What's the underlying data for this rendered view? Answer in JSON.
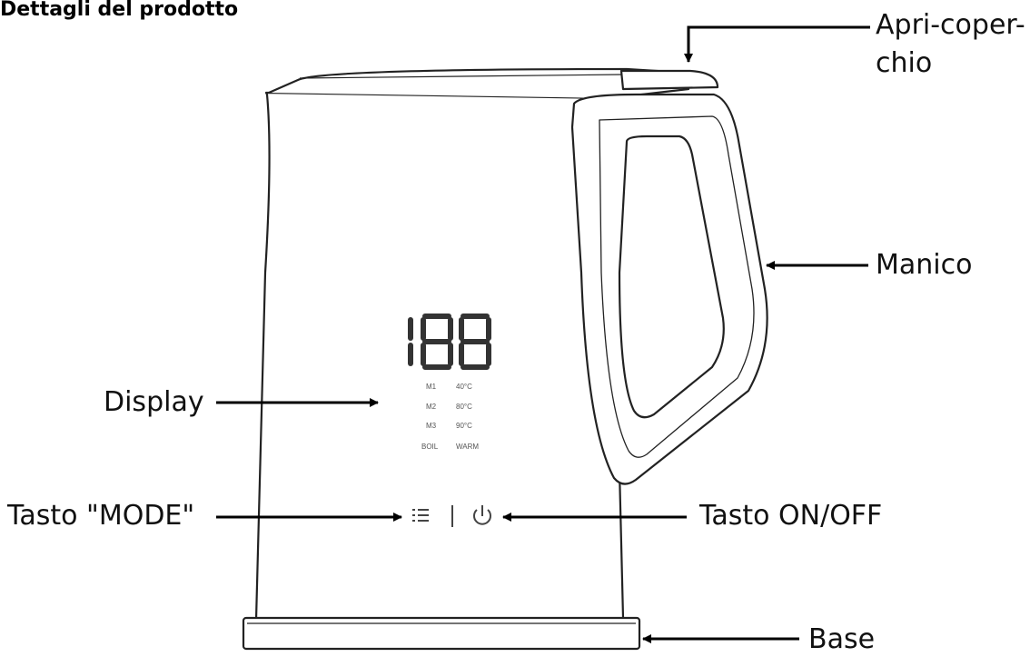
{
  "title": "Dettagli del prodotto",
  "labels": {
    "lid_opener": "Apri-coper-\nchio",
    "lid_opener_line1": "Apri-coper-",
    "lid_opener_line2": "chio",
    "handle": "Manico",
    "display": "Display",
    "mode_button": "Tasto \"MODE\"",
    "power_button": "Tasto ON/OFF",
    "base": "Base"
  },
  "display_panel": {
    "digits": "188",
    "modes": [
      {
        "program": "M1",
        "setting": "40°C"
      },
      {
        "program": "M2",
        "setting": "80°C"
      },
      {
        "program": "M3",
        "setting": "90°C"
      },
      {
        "program": "BOIL",
        "setting": "WARM"
      }
    ]
  },
  "icons": {
    "mode": "list-icon",
    "separator": "divider-line",
    "power": "power-icon"
  }
}
